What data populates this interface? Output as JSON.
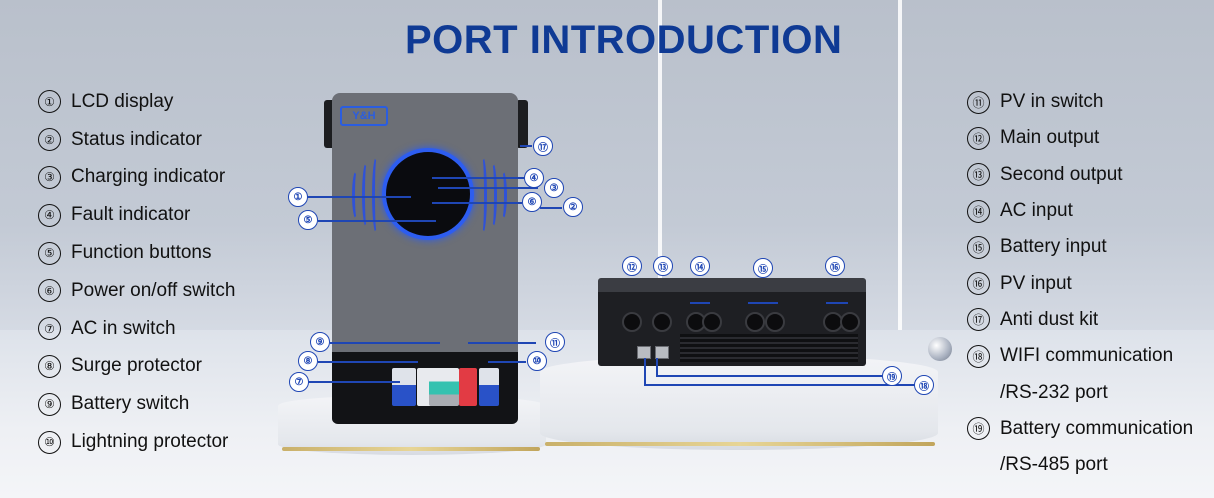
{
  "title": "PORT INTRODUCTION",
  "colors": {
    "title": "#0f3a94",
    "callout_blue": "#1f46b4",
    "lcd_ring": "#2d5df0",
    "legend_text": "#111111"
  },
  "brand_logo": "Y&H",
  "legend_left": [
    {
      "num": "①",
      "label": "LCD display"
    },
    {
      "num": "②",
      "label": "Status indicator"
    },
    {
      "num": "③",
      "label": "Charging indicator"
    },
    {
      "num": "④",
      "label": "Fault indicator"
    },
    {
      "num": "⑤",
      "label": "Function buttons"
    },
    {
      "num": "⑥",
      "label": "Power on/off switch"
    },
    {
      "num": "⑦",
      "label": "AC in switch"
    },
    {
      "num": "⑧",
      "label": "Surge protector"
    },
    {
      "num": "⑨",
      "label": "Battery switch"
    },
    {
      "num": "⑩",
      "label": "Lightning protector"
    }
  ],
  "legend_right": [
    {
      "num": "⑪",
      "label": "PV in switch"
    },
    {
      "num": "⑫",
      "label": "Main output"
    },
    {
      "num": "⑬",
      "label": "Second output"
    },
    {
      "num": "⑭",
      "label": "AC input"
    },
    {
      "num": "⑮",
      "label": "Battery input"
    },
    {
      "num": "⑯",
      "label": "PV input"
    },
    {
      "num": "⑰",
      "label": "Anti dust kit"
    },
    {
      "num": "⑱",
      "label": "WIFI communication",
      "sub": "/RS-232 port"
    },
    {
      "num": "⑲",
      "label": "Battery communication",
      "sub": "/RS-485 port"
    }
  ],
  "callouts": {
    "c1": "①",
    "c2": "②",
    "c3": "③",
    "c4": "④",
    "c5": "⑤",
    "c6": "⑥",
    "c7": "⑦",
    "c8": "⑧",
    "c9": "⑨",
    "c10": "⑩",
    "c11": "⑪",
    "c12": "⑫",
    "c13": "⑬",
    "c14": "⑭",
    "c15": "⑮",
    "c16": "⑯",
    "c17": "⑰",
    "c18": "⑱",
    "c19": "⑲"
  }
}
